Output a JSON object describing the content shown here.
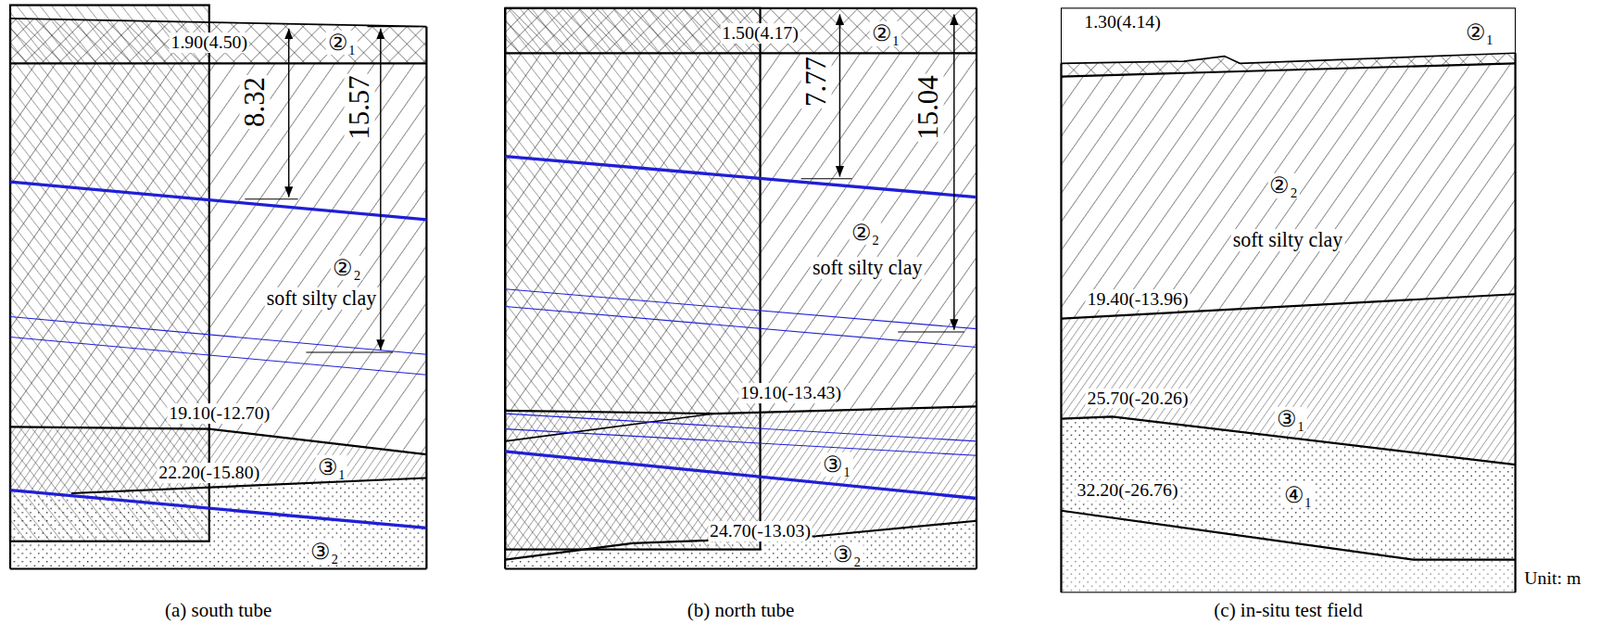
{
  "diagram": {
    "nodes": [
      {
        "text": [
          "(a) south tube"
        ]
      },
      {
        "text": [
          "(b) north tube"
        ]
      },
      {
        "text": [
          "(c) in-situ test field"
        ]
      }
    ],
    "labels": [
      "1.90(4.50)",
      "②₁",
      "8.32",
      "15.57",
      "②₂",
      "soft silty clay",
      "19.10(-12.70)",
      "22.20(-15.80)",
      "③₁",
      "③₂",
      "1.50(4.17)",
      "②₁",
      "7.77",
      "15.04",
      "②₂",
      "soft silty clay",
      "19.10(-13.43)",
      "③₁",
      "24.70(-13.03)",
      "③₂",
      "1.30(4.14)",
      "②₁",
      "②₂",
      "soft silty clay",
      "19.40(-13.96)",
      "25.70(-20.26)",
      "③₁",
      "32.20(-26.76)",
      "④₁",
      "Unit: m"
    ]
  }
}
